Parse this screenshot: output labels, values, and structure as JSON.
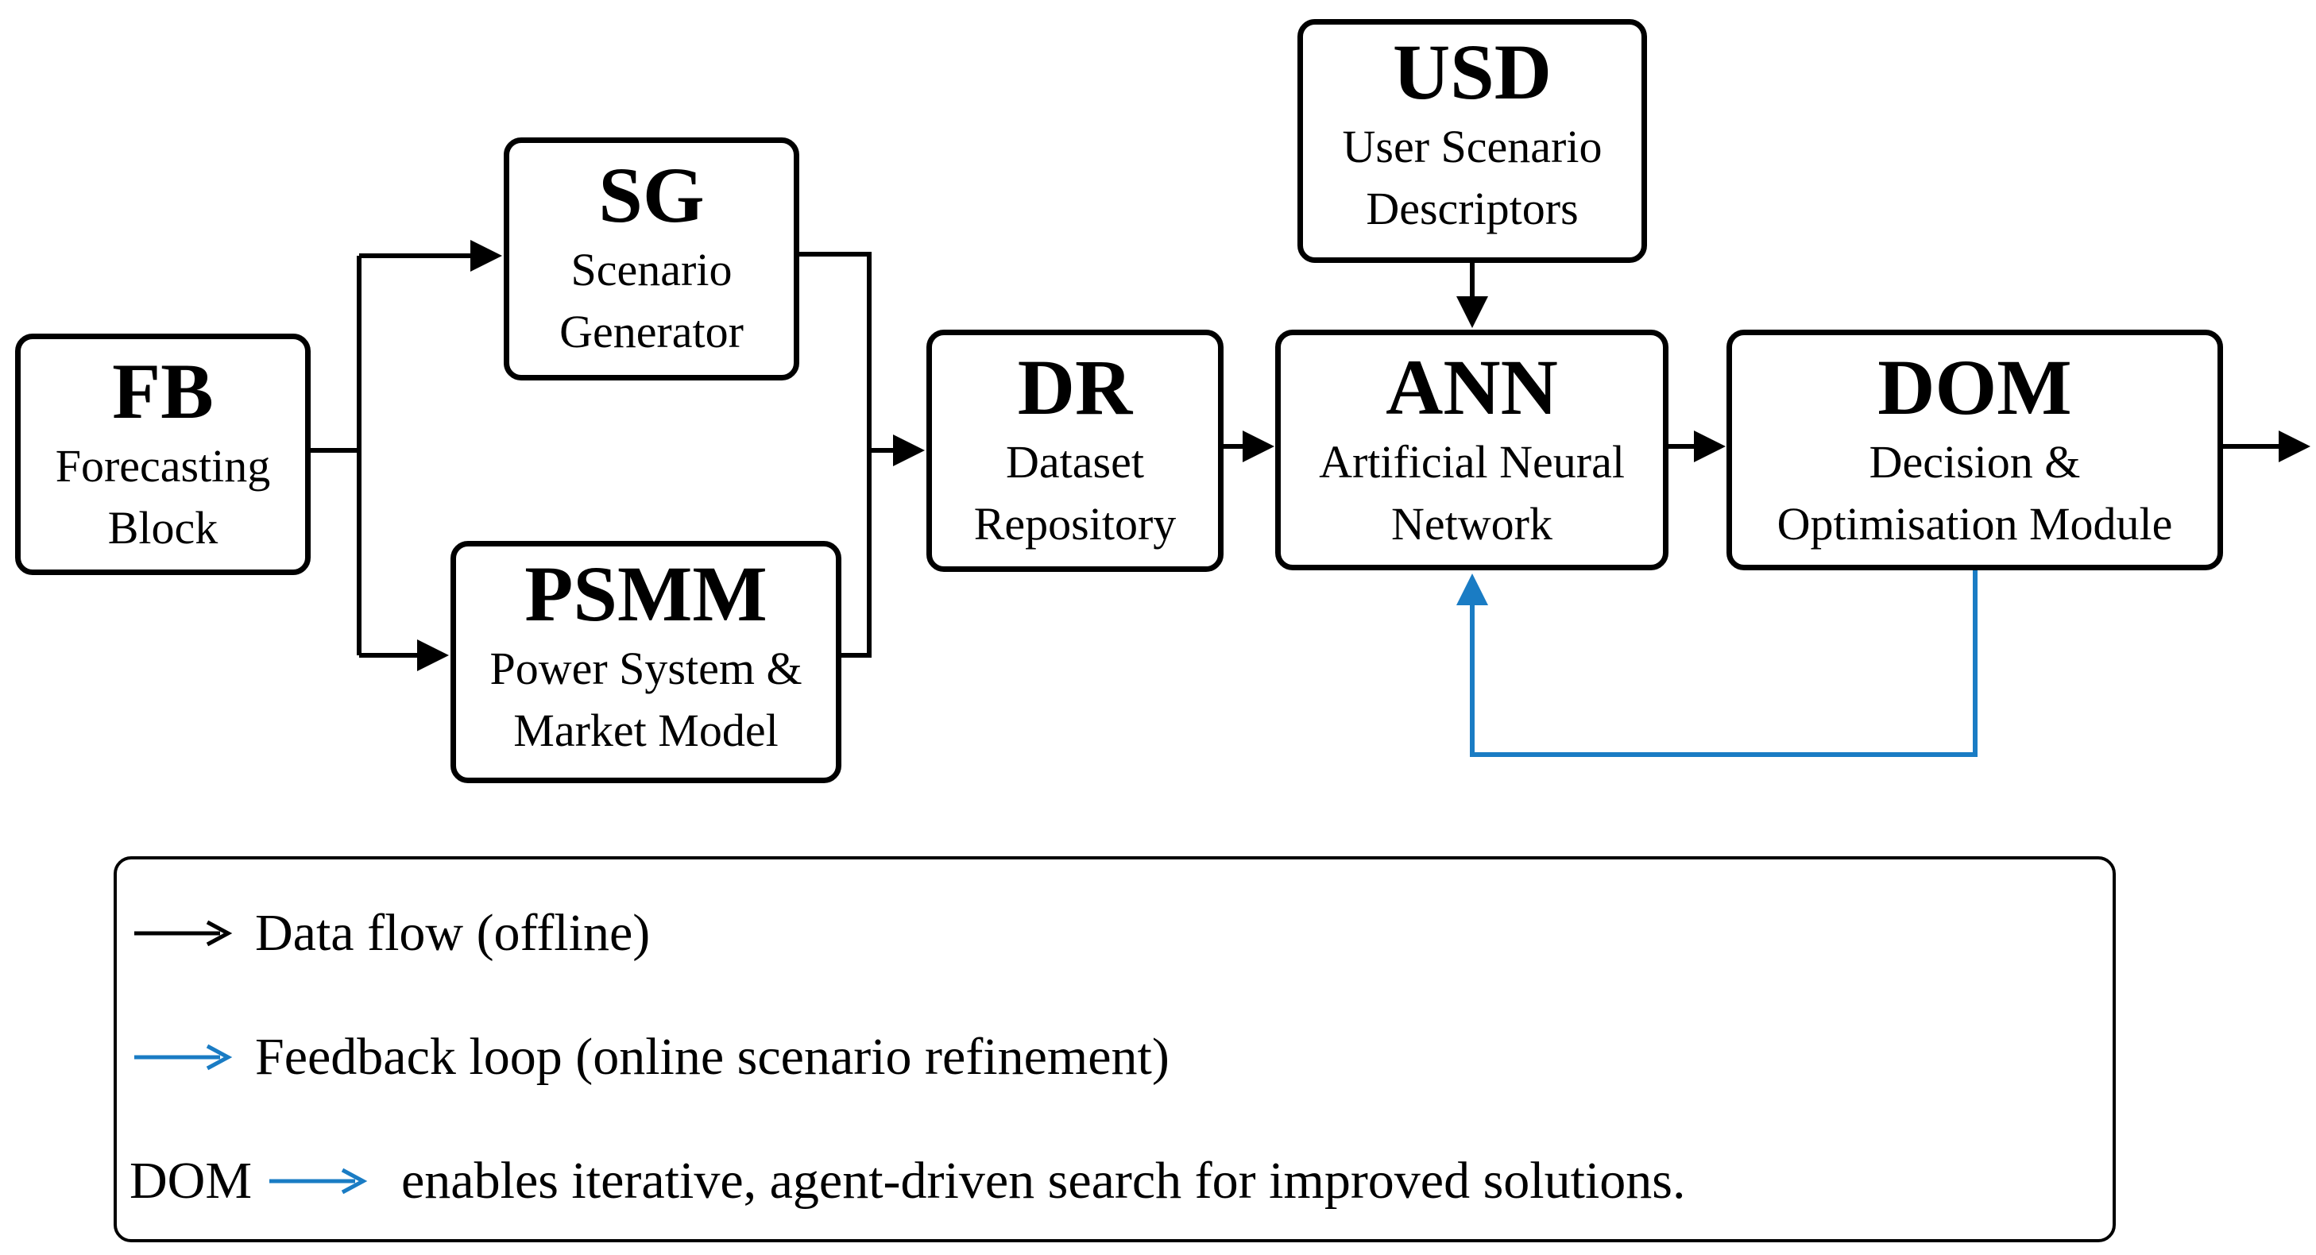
{
  "blocks": {
    "fb": {
      "abbr": "FB",
      "line1": "Forecasting",
      "line2": "Block"
    },
    "sg": {
      "abbr": "SG",
      "line1": "Scenario",
      "line2": "Generator"
    },
    "psmm": {
      "abbr": "PSMM",
      "line1": "Power System &",
      "line2": "Market Model"
    },
    "dr": {
      "abbr": "DR",
      "line1": "Dataset",
      "line2": "Repository"
    },
    "usd": {
      "abbr": "USD",
      "line1": "User Scenario",
      "line2": "Descriptors"
    },
    "ann": {
      "abbr": "ANN",
      "line1": "Artificial Neural",
      "line2": "Network"
    },
    "dom": {
      "abbr": "DOM",
      "line1": "Decision &",
      "line2": "Optimisation Module"
    }
  },
  "legend": {
    "data_flow": "Data flow (offline)",
    "feedback": "Feedback loop (online scenario refinement)",
    "dom_label": "DOM",
    "dom_text": "enables iterative, agent-driven search for improved solutions."
  },
  "colors": {
    "data_flow": "#000000",
    "feedback": "#1a7cc4"
  }
}
